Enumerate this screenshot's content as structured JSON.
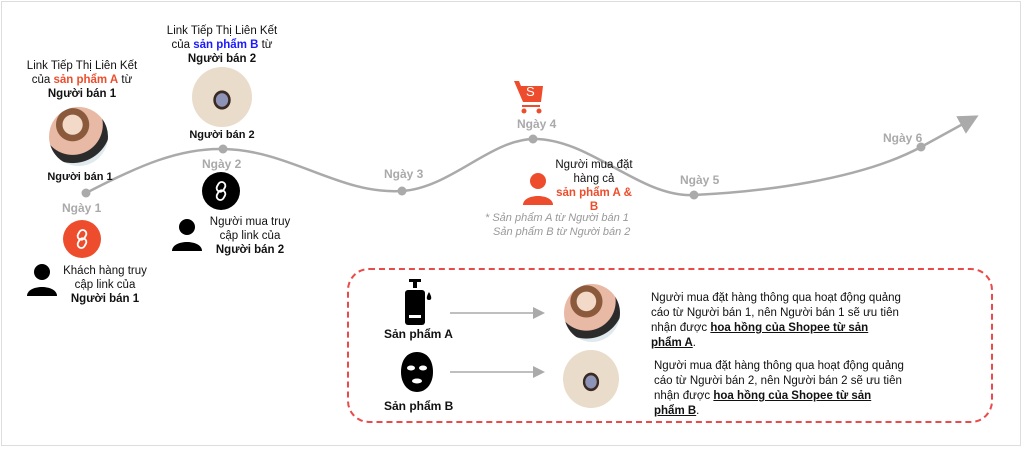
{
  "colors": {
    "accent": "#ee4d2d",
    "blue": "#1a1aff",
    "timeline": "#aaaaaa",
    "dashed_border": "#e94a4a"
  },
  "timeline": {
    "days": [
      "Ngày 1",
      "Ngày 2",
      "Ngày 3",
      "Ngày 4",
      "Ngày 5",
      "Ngày 6"
    ]
  },
  "seller1": {
    "caption_pre": "Link Tiếp Thị Liên Kết của ",
    "caption_highlight": "sản phẩm A",
    "caption_post": " từ",
    "caption_name": "Người bán 1",
    "label": "Người bán 1",
    "visit_pre": "Khách hàng truy cập link của",
    "visit_name": "Người bán 1"
  },
  "seller2": {
    "caption_pre": "Link Tiếp Thị Liên Kết của ",
    "caption_highlight": "sản phẩm B",
    "caption_post": " từ",
    "caption_name": "Người bán 2",
    "label": "Người bán 2",
    "visit_pre": "Người mua truy cập link của",
    "visit_name": "Người bán 2"
  },
  "order": {
    "cart_letter": "S",
    "text": "Người mua đặt hàng cả",
    "highlight": "sản phẩm A & B",
    "note_line1": "* Sản phẩm A từ Người bán 1",
    "note_line2": "Sản phẩm  B từ Người bán 2"
  },
  "summary": [
    {
      "product": "Sản phẩm A",
      "text": "Người mua đặt hàng thông qua hoạt động quảng cáo từ Người bán 1, nên Người bán 1 sẽ ưu tiên nhận được ",
      "link": "hoa hồng của Shopee từ sản phẩm A",
      "end": "."
    },
    {
      "product": "Sản phẩm B",
      "text": "Người mua đặt hàng thông qua hoạt động quảng cáo từ Người bán 2, nên Người bán 2 sẽ ưu tiên nhận được ",
      "link": "hoa hồng của Shopee từ sản phẩm B",
      "end": "."
    }
  ]
}
